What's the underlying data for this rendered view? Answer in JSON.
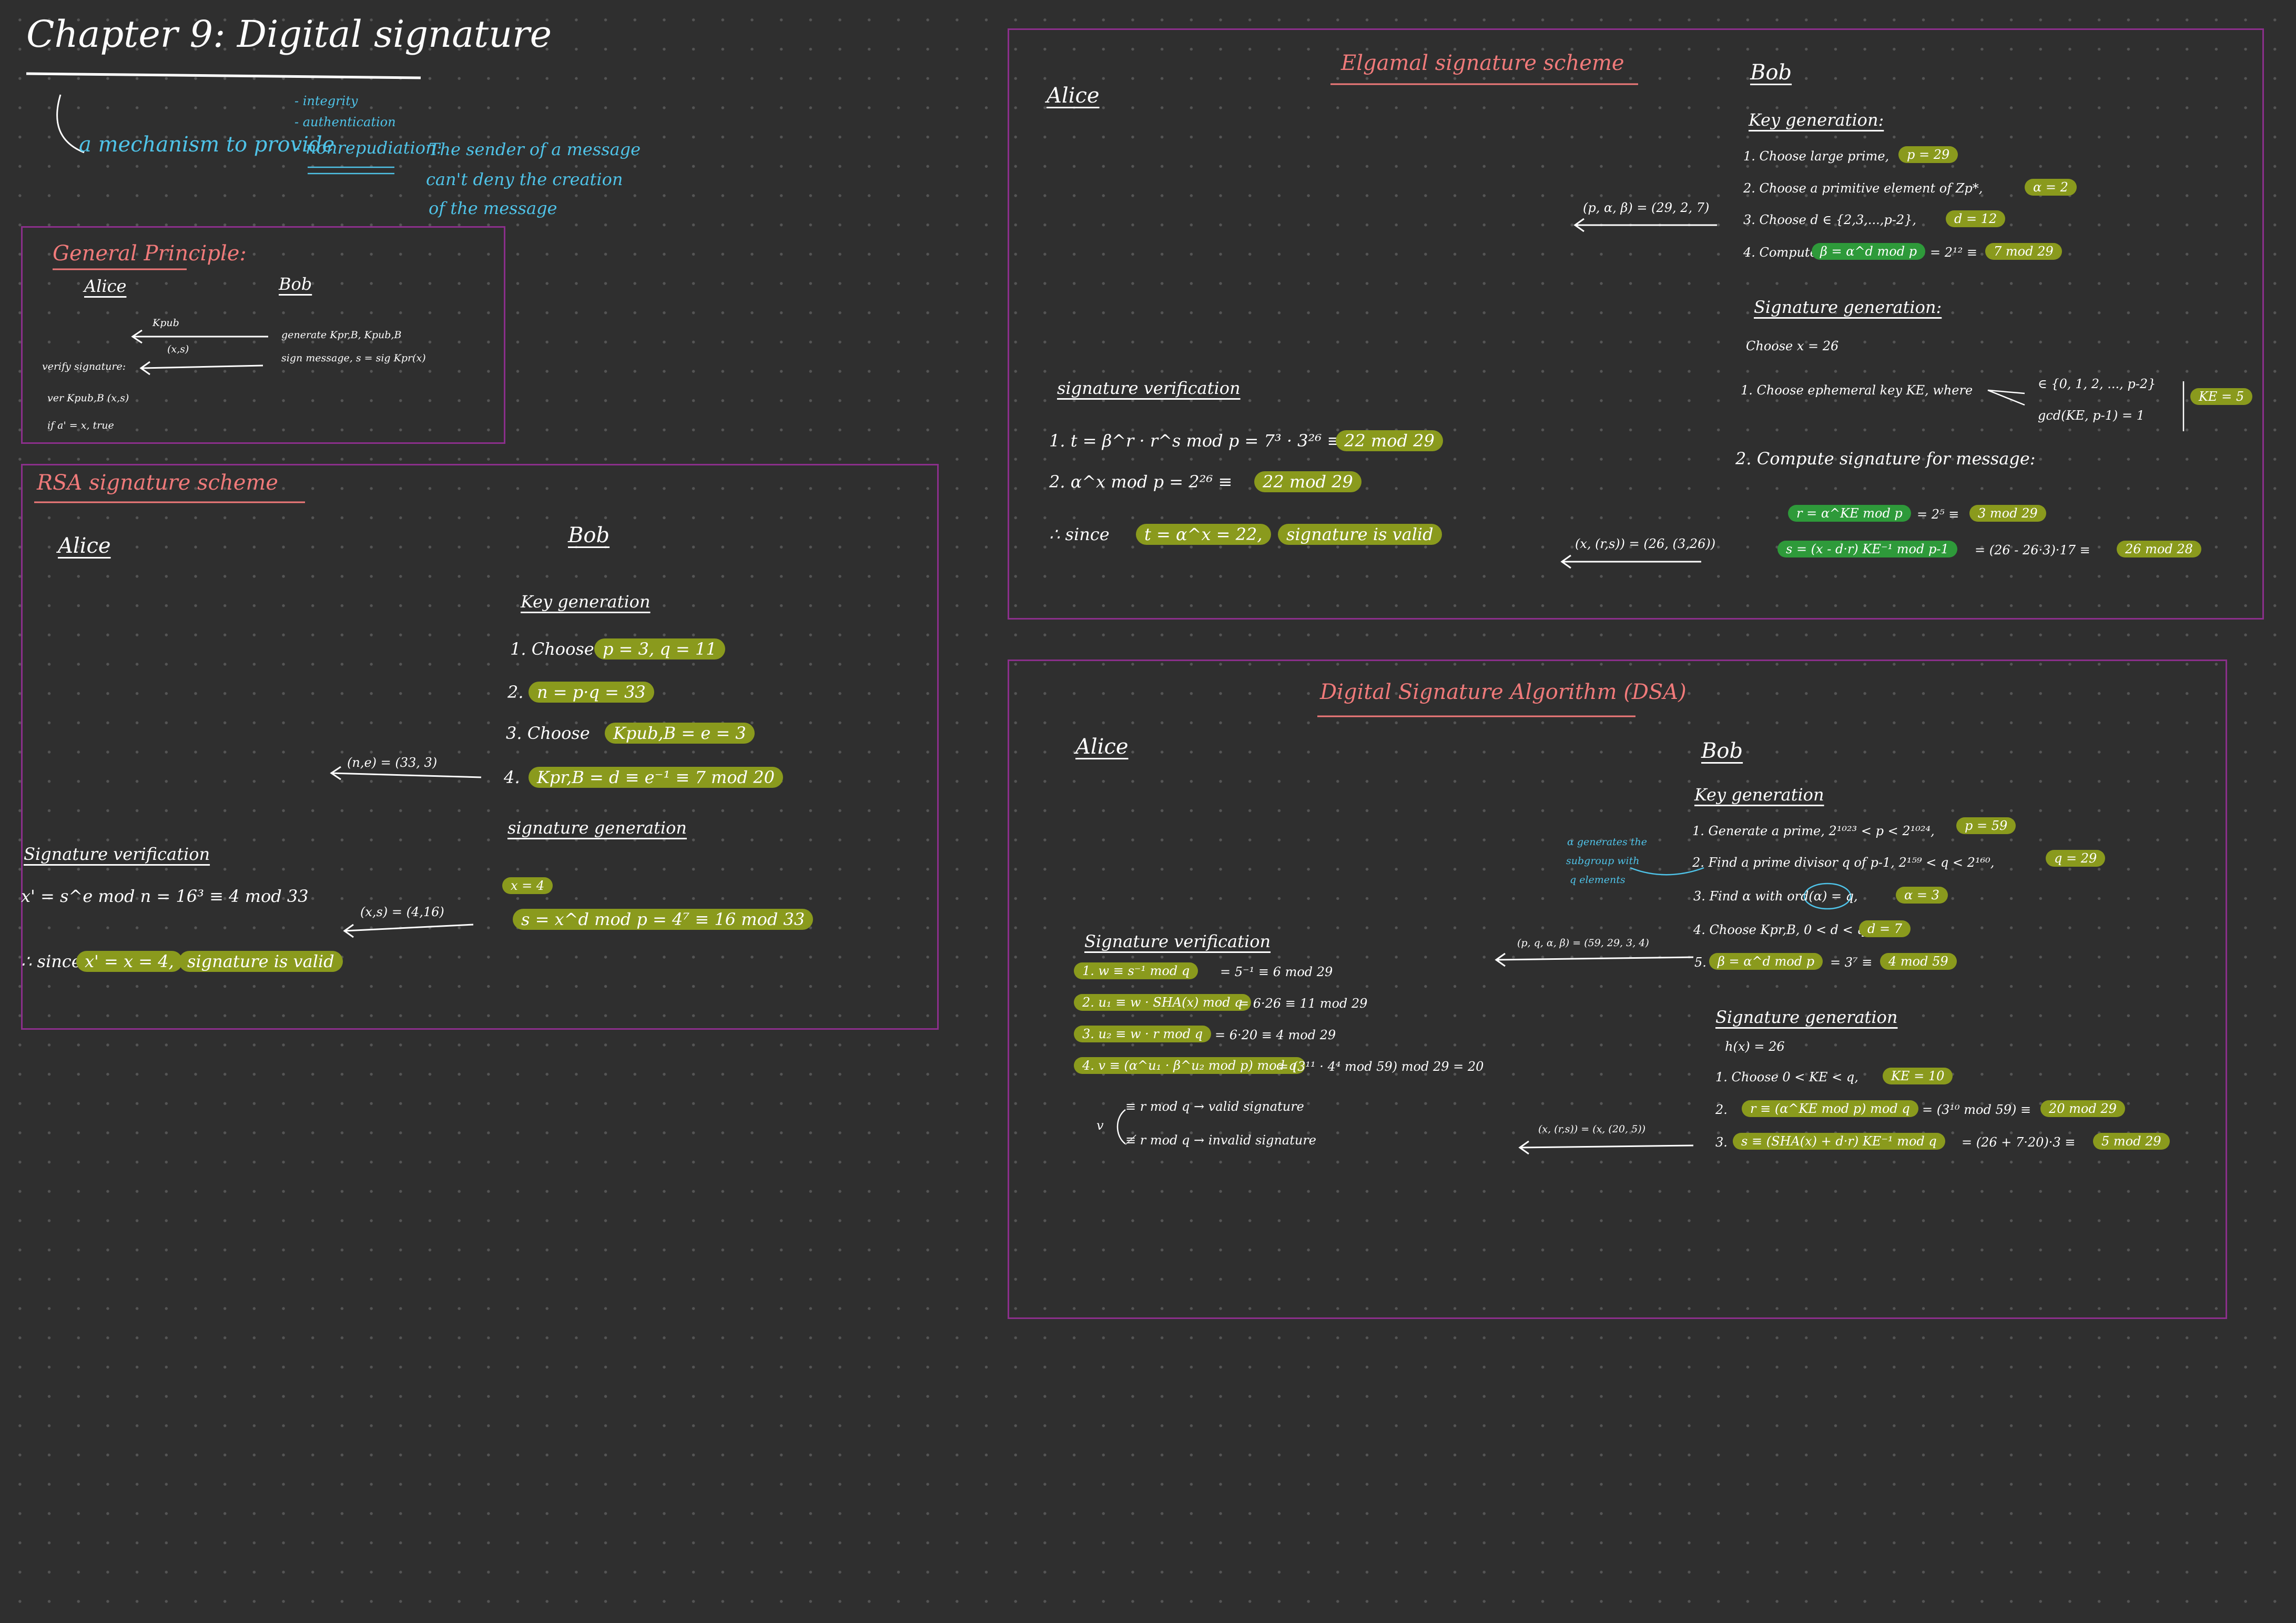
{
  "chapter": {
    "title": "Chapter 9: Digital signature",
    "intro": "a mechanism to provide",
    "bullets": [
      "- integrity",
      "- authentication",
      "- nonrepudiation:"
    ],
    "note": [
      "The sender of a message",
      "can't deny the creation",
      "of the message"
    ]
  },
  "general": {
    "title": "General Principle:",
    "alice": "Alice",
    "bob": "Bob",
    "kpub": "Kpub",
    "xs": "(x,s)",
    "bob_step1": "generate Kpr,B, Kpub,B",
    "bob_step2": "sign message, s = sig Kpr(x)",
    "verify": "verify signature:",
    "ver": "ver Kpub,B (x,s)",
    "result": "if a' = x, true"
  },
  "rsa": {
    "title": "RSA signature scheme",
    "alice": "Alice",
    "bob": "Bob",
    "keygen": "Key generation",
    "step1_label": "1. Choose",
    "step1_val": "p = 3, q = 11",
    "step2_label": "2.",
    "step2_val": "n = p·q = 33",
    "step3_label": "3. Choose",
    "step3_val": "Kpub,B = e = 3",
    "step4_label": "4.",
    "step4_val": "Kpr,B = d ≡ e⁻¹ ≡ 7 mod 20",
    "arrow1": "(n,e) = (33, 3)",
    "siggen": "signature generation",
    "x_val": "x = 4",
    "s_val": "s = x^d mod p = 4⁷ ≡ 16 mod 33",
    "arrow2": "(x,s) = (4,16)",
    "sigver": "Signature verification",
    "calc": "x' = s^e mod n = 16³ ≡ 4 mod 33",
    "since_label": "∴ since",
    "since_val": "x' = x = 4,",
    "valid": "signature is valid"
  },
  "elgamal": {
    "title": "Elgamal signature scheme",
    "alice": "Alice",
    "bob": "Bob",
    "keygen": "Key generation:",
    "k1": "1. Choose large prime,",
    "k1_val": "p = 29",
    "k2": "2. Choose a primitive element of Zp*,",
    "k2_val": "α = 2",
    "k3": "3. Choose d ∈ {2,3,...,p-2},",
    "k3_val": "d = 12",
    "k4": "4. Compute",
    "k4_val": "β = α^d mod p",
    "k4_mid": "= 2¹² ≡",
    "k4_res": "7 mod 29",
    "arrow1": "(p, α, β) = (29, 2, 7)",
    "siggen": "Signature generation:",
    "choose_x": "Choose x = 26",
    "s1": "1. Choose ephemeral key KE, where",
    "s1_a": "∈ {0, 1, 2, ..., p-2}",
    "s1_b": "gcd(KE, p-1) = 1",
    "ke_val": "KE = 5",
    "s2": "2. Compute signature for message:",
    "r_expr": "r = α^KE mod p",
    "r_mid": "= 2⁵ ≡",
    "r_res": "3 mod 29",
    "s_expr": "s = (x - d·r) KE⁻¹ mod p-1",
    "s_mid": "= (26 - 26·3)·17 ≡",
    "s_res": "26 mod 28",
    "arrow2": "(x, (r,s)) = (26, (3,26))",
    "sigver": "signature verification",
    "v1": "1. t = β^r · r^s mod p = 7³ · 3²⁶ ≡",
    "v1_res": "22 mod 29",
    "v2": "2. α^x mod p = 2²⁶ ≡",
    "v2_res": "22 mod 29",
    "since_label": "∴ since",
    "since_val": "t = α^x = 22,",
    "valid": "signature is valid"
  },
  "dsa": {
    "title": "Digital Signature Algorithm (DSA)",
    "alice": "Alice",
    "bob": "Bob",
    "keygen": "Key generation",
    "k1": "1. Generate a prime, 2¹⁰²³ < p < 2¹⁰²⁴,",
    "k1_val": "p = 59",
    "k2": "2. Find a prime divisor q of p-1, 2¹⁵⁹ < q < 2¹⁶⁰,",
    "k2_val": "q = 29",
    "k3": "3. Find α with ord(α) = q,",
    "k3_val": "α = 3",
    "k4": "4. Choose Kpr,B, 0 < d < q,",
    "k4_val": "d = 7",
    "k5": "5.",
    "k5_expr": "β = α^d mod p",
    "k5_mid": "= 3⁷ ≡",
    "k5_res": "4 mod 59",
    "note": [
      "α generates the",
      "subgroup with",
      "q elements"
    ],
    "arrow1": "(p, q, α, β) = (59, 29, 3, 4)",
    "siggen": "Signature generation",
    "hx": "h(x) = 26",
    "g1": "1. Choose 0 < KE < q,",
    "g1_val": "KE = 10",
    "g2": "2.",
    "g2_expr": "r ≡ (α^KE mod p) mod q",
    "g2_mid": "= (3¹⁰ mod 59) ≡",
    "g2_res": "20 mod 29",
    "g3": "3.",
    "g3_expr": "s ≡ (SHA(x) + d·r) KE⁻¹ mod q",
    "g3_mid": "= (26 + 7·20)·3 ≡",
    "g3_res": "5 mod 29",
    "arrow2": "(x, (r,s)) = (x, (20, 5))",
    "sigver": "Signature verification",
    "v1_expr": "1. w ≡ s⁻¹ mod q",
    "v1_res": "= 5⁻¹ ≡ 6 mod 29",
    "v2_expr": "2. u₁ ≡ w · SHA(x) mod q",
    "v2_res": "= 6·26 ≡ 11 mod 29",
    "v3_expr": "3. u₂ ≡ w · r mod q",
    "v3_res": "= 6·20 ≡ 4 mod 29",
    "v4_expr": "4. v ≡ (α^u₁ · β^u₂ mod p) mod q",
    "v4_res": "= (3¹¹ · 4⁴ mod 59) mod 29 = 20",
    "c1": "≡ r mod q → valid signature",
    "c2": "≢ r mod q → invalid signature",
    "v_label": "v"
  },
  "colors": {
    "background": "#2f2f2f",
    "highlight": "#8a9a1d",
    "highlight_green": "#2e9a3a",
    "frame": "#8b2f8b",
    "heading": "#f07a7a",
    "accent": "#4fc3e8"
  }
}
